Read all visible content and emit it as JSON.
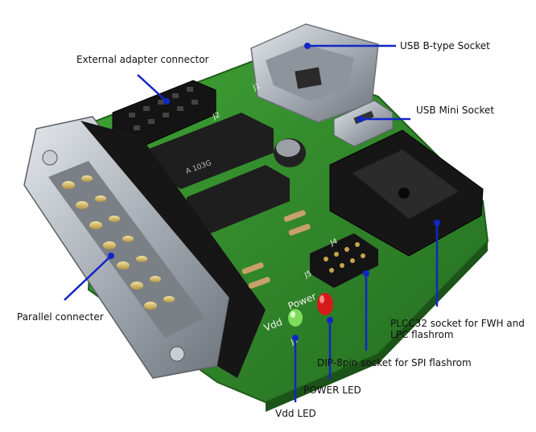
{
  "colors": {
    "pcb": "#2f8a2a",
    "pcb_dark": "#1f5e1c",
    "connector_metal": "#b9bec4",
    "connector_body": "#1b1b1b",
    "socket_black": "#1a1a1a",
    "callout_line": "#1126c9",
    "led_red": "#d61b1b",
    "led_green": "#7edc5b"
  },
  "labels": {
    "usb_b": "USB B-type Socket",
    "external_adapter": "External adapter connector",
    "usb_mini": "USB Mini Socket",
    "parallel": "Parallel connecter",
    "plcc_line1": "PLCC32 socket for FWH and",
    "plcc_line2": "LPC flashrom",
    "dip": "DIP-8pin socket for SPI flashrom",
    "power_led": "POWER LED",
    "vdd_led": "Vdd LED"
  },
  "silkscreen": {
    "vdd": "Vdd",
    "power": "Power",
    "j5": "J5",
    "j3": "J3",
    "j1": "J1",
    "j2": "J2",
    "j4": "J4",
    "chip_mark": "A 103G"
  }
}
